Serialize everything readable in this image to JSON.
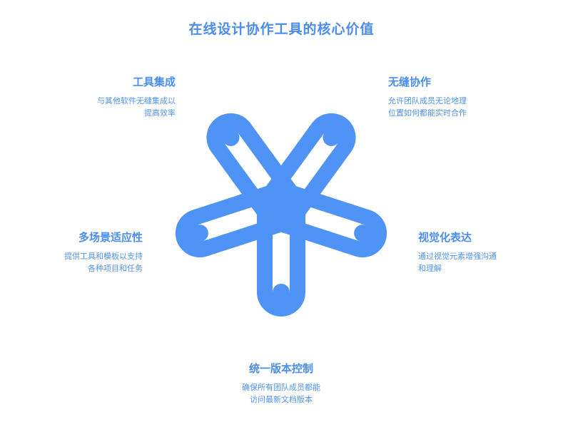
{
  "title": "在线设计协作工具的核心价值",
  "colors": {
    "accent": "#4a8cf0",
    "shape": "#5093f6"
  },
  "items": {
    "tool_integration": {
      "title": "工具集成",
      "desc": [
        "与其他软件无缝集成以",
        "提高效率"
      ]
    },
    "seamless_collab": {
      "title": "无缝协作",
      "desc": [
        "允许团队成员无论地理",
        "位置如何都能实时合作"
      ]
    },
    "multi_scenario": {
      "title": "多场景适应性",
      "desc": [
        "提供工具和模板以支持",
        "各种项目和任务"
      ]
    },
    "visual_expression": {
      "title": "视觉化表达",
      "desc": [
        "通过视觉元素增强沟通",
        "和理解"
      ]
    },
    "version_control": {
      "title": "统一版本控制",
      "desc": [
        "确保所有团队成员都能",
        "访问最新文档版本"
      ]
    }
  }
}
